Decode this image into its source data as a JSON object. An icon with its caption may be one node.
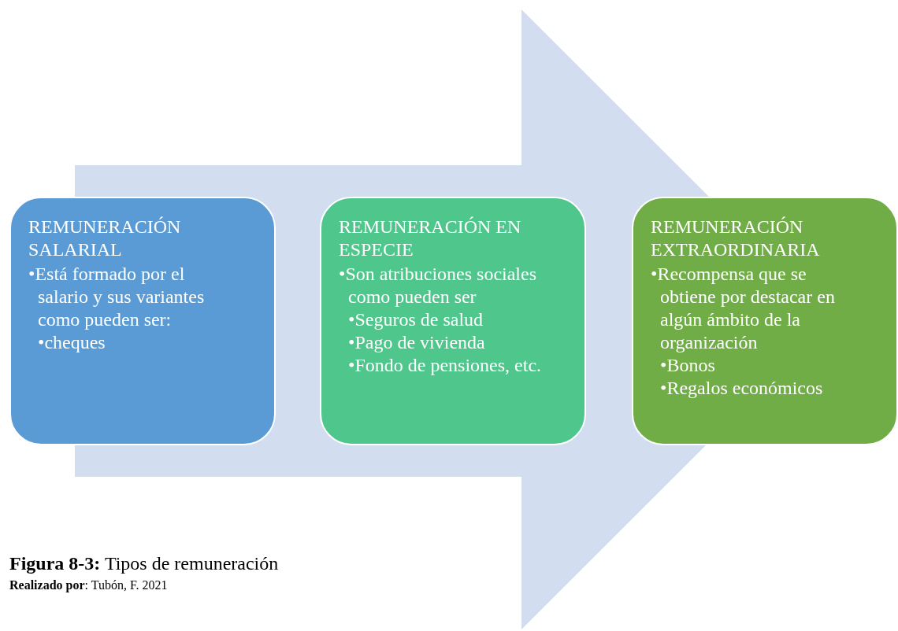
{
  "diagram": {
    "caption": "**Figura 8-3:** Tipos de remuneración",
    "nodes": [
      {
        "text": [
          "REMUNERACIÓN SALARIAL",
          "•Está formado por el salario y sus variantes como pueden ser:",
          "•cheques"
        ]
      },
      {
        "text": [
          "REMUNERACIÓN EN ESPECIE",
          "•Son atribuciones sociales como pueden ser",
          "•Seguros de salud",
          "•Pago de vivienda",
          "•Fondo de pensiones, etc."
        ]
      },
      {
        "text": [
          "REMUNERACIÓN EXTRAORDINARIA",
          "•Recompensa que se obtiene por destacar en algún ámbito de la organización",
          "•Bonos",
          "•Regalos económicos"
        ]
      }
    ],
    "edges": [
      {
        "from": 0,
        "to": 2,
        "arrow": "to"
      }
    ],
    "labels": [
      "**Realizado por**: Tubón, F. 2021"
    ]
  }
}
